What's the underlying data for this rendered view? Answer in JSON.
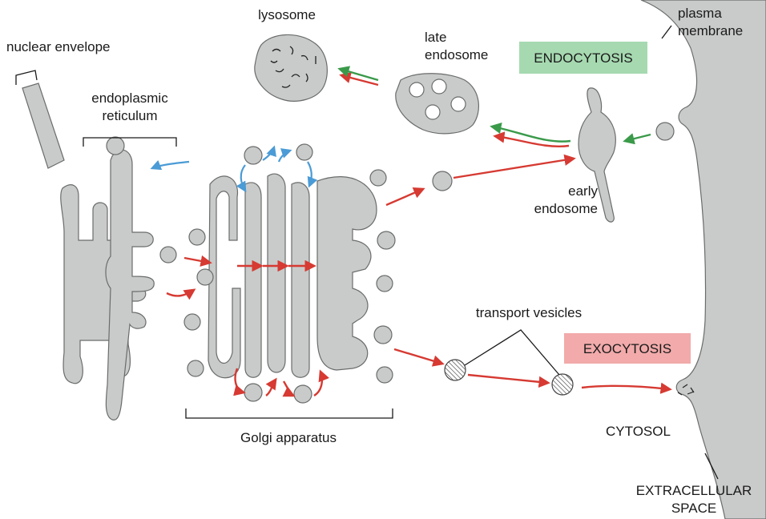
{
  "labels": {
    "nuclear_envelope": "nuclear envelope",
    "er_line1": "endoplasmic",
    "er_line2": "reticulum",
    "lysosome": "lysosome",
    "late_endosome_line1": "late",
    "late_endosome_line2": "endosome",
    "plasma_membrane_line1": "plasma",
    "plasma_membrane_line2": "membrane",
    "early_endosome_line1": "early",
    "early_endosome_line2": "endosome",
    "transport_vesicles": "transport vesicles",
    "golgi": "Golgi apparatus",
    "cytosol": "CYTOSOL",
    "extracellular_line1": "EXTRACELLULAR",
    "extracellular_line2": "SPACE"
  },
  "tags": {
    "endocytosis": "ENDOCYTOSIS",
    "exocytosis": "EXOCYTOSIS"
  },
  "colors": {
    "organelle_fill": "#c9cbca",
    "organelle_stroke": "#6a6c6b",
    "red_arrow": "#d63a32",
    "green_arrow": "#3a9a4a",
    "blue_arrow": "#4a9bd6",
    "endocytosis_box": "#a6d9b0",
    "exocytosis_box": "#f2aaaa"
  }
}
